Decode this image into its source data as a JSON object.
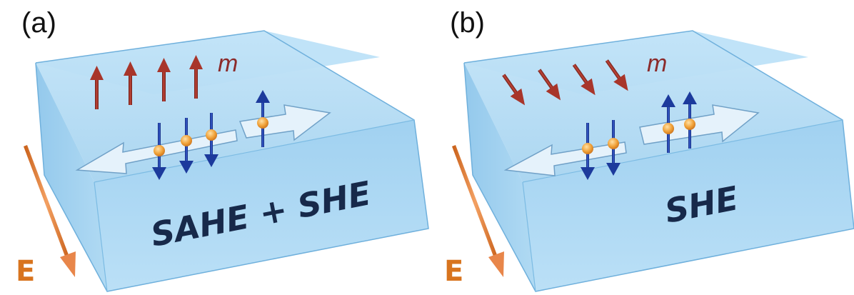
{
  "panels": [
    {
      "letter": "(a)",
      "box_label": "SAHE + SHE",
      "m_label": "m",
      "e_label": "E"
    },
    {
      "letter": "(b)",
      "box_label": "SHE",
      "m_label": "m",
      "e_label": "E"
    }
  ],
  "colors": {
    "box": "#9fd3f2",
    "m_arrow": "#9b2e24",
    "spin": "#1f3fa8",
    "electron": "#f1a23c",
    "e_arrow": "#e07a2c",
    "text": "#17294a"
  }
}
